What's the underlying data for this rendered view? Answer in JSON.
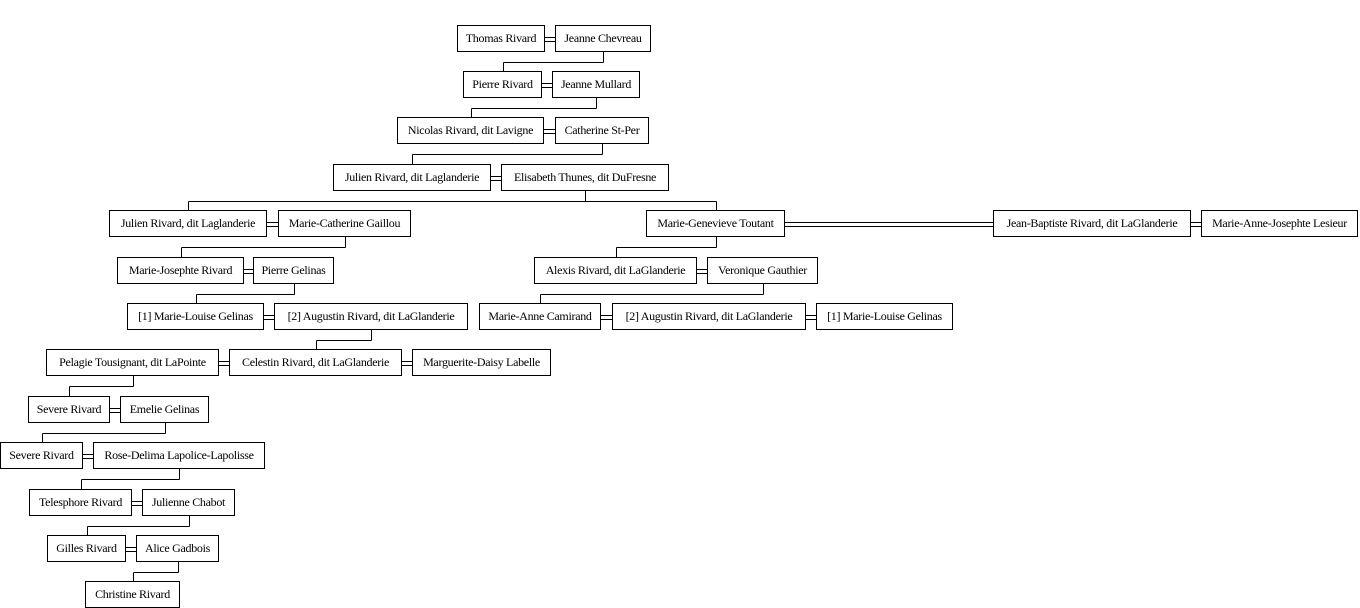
{
  "tree": {
    "line_color": "#000000",
    "people": [
      {
        "id": "p01",
        "name": "Thomas Rivard"
      },
      {
        "id": "p02",
        "name": "Jeanne Chevreau"
      },
      {
        "id": "p03",
        "name": "Pierre Rivard"
      },
      {
        "id": "p04",
        "name": "Jeanne Mullard"
      },
      {
        "id": "p05",
        "name": "Nicolas Rivard, dit Lavigne"
      },
      {
        "id": "p06",
        "name": "Catherine St-Per"
      },
      {
        "id": "p07",
        "name": "Julien Rivard, dit Laglanderie"
      },
      {
        "id": "p08",
        "name": "Elisabeth Thunes, dit DuFresne"
      },
      {
        "id": "p09",
        "name": "Julien Rivard, dit Laglanderie"
      },
      {
        "id": "p10",
        "name": "Marie-Catherine Gaillou"
      },
      {
        "id": "p11",
        "name": "Marie-Genevieve Toutant"
      },
      {
        "id": "p12",
        "name": "Jean-Baptiste Rivard, dit LaGlanderie"
      },
      {
        "id": "p13",
        "name": "Marie-Anne-Josephte Lesieur"
      },
      {
        "id": "p14",
        "name": "Marie-Josephte Rivard"
      },
      {
        "id": "p15",
        "name": "Pierre Gelinas"
      },
      {
        "id": "p16",
        "name": "Alexis Rivard, dit LaGlanderie"
      },
      {
        "id": "p17",
        "name": "Veronique Gauthier"
      },
      {
        "id": "p18",
        "name": "[1] Marie-Louise Gelinas"
      },
      {
        "id": "p19",
        "name": "[2] Augustin Rivard, dit LaGlanderie"
      },
      {
        "id": "p20",
        "name": "Marie-Anne Camirand"
      },
      {
        "id": "p21",
        "name": "[2] Augustin Rivard, dit LaGlanderie"
      },
      {
        "id": "p22",
        "name": "[1] Marie-Louise Gelinas"
      },
      {
        "id": "p23",
        "name": "Pelagie Tousignant, dit LaPointe"
      },
      {
        "id": "p24",
        "name": "Celestin Rivard, dit LaGlanderie"
      },
      {
        "id": "p25",
        "name": "Marguerite-Daisy Labelle"
      },
      {
        "id": "p26",
        "name": "Severe Rivard"
      },
      {
        "id": "p27",
        "name": "Emelie Gelinas"
      },
      {
        "id": "p28",
        "name": "Severe Rivard"
      },
      {
        "id": "p29",
        "name": "Rose-Delima Lapolice-Lapolisse"
      },
      {
        "id": "p30",
        "name": "Telesphore Rivard"
      },
      {
        "id": "p31",
        "name": "Julienne Chabot"
      },
      {
        "id": "p32",
        "name": "Gilles Rivard"
      },
      {
        "id": "p33",
        "name": "Alice Gadbois"
      },
      {
        "id": "p34",
        "name": "Christine Rivard"
      }
    ],
    "marriages": [
      [
        "p01",
        "p02"
      ],
      [
        "p03",
        "p04"
      ],
      [
        "p05",
        "p06"
      ],
      [
        "p07",
        "p08"
      ],
      [
        "p09",
        "p10"
      ],
      [
        "p11",
        "p12"
      ],
      [
        "p12",
        "p13"
      ],
      [
        "p14",
        "p15"
      ],
      [
        "p16",
        "p17"
      ],
      [
        "p18",
        "p19"
      ],
      [
        "p20",
        "p21"
      ],
      [
        "p21",
        "p22"
      ],
      [
        "p23",
        "p24"
      ],
      [
        "p24",
        "p25"
      ],
      [
        "p26",
        "p27"
      ],
      [
        "p28",
        "p29"
      ],
      [
        "p30",
        "p31"
      ],
      [
        "p32",
        "p33"
      ]
    ],
    "descents": [
      [
        "p02",
        "p03"
      ],
      [
        "p04",
        "p05"
      ],
      [
        "p06",
        "p07"
      ],
      [
        "p08",
        "p09"
      ],
      [
        "p08",
        "p11"
      ],
      [
        "p10",
        "p14"
      ],
      [
        "p15",
        "p18"
      ],
      [
        "p19",
        "p24"
      ],
      [
        "p23",
        "p26"
      ],
      [
        "p27",
        "p28"
      ],
      [
        "p29",
        "p30"
      ],
      [
        "p31",
        "p32"
      ],
      [
        "p33",
        "p34"
      ],
      [
        "p11",
        "p16"
      ],
      [
        "p17",
        "p20"
      ]
    ]
  }
}
